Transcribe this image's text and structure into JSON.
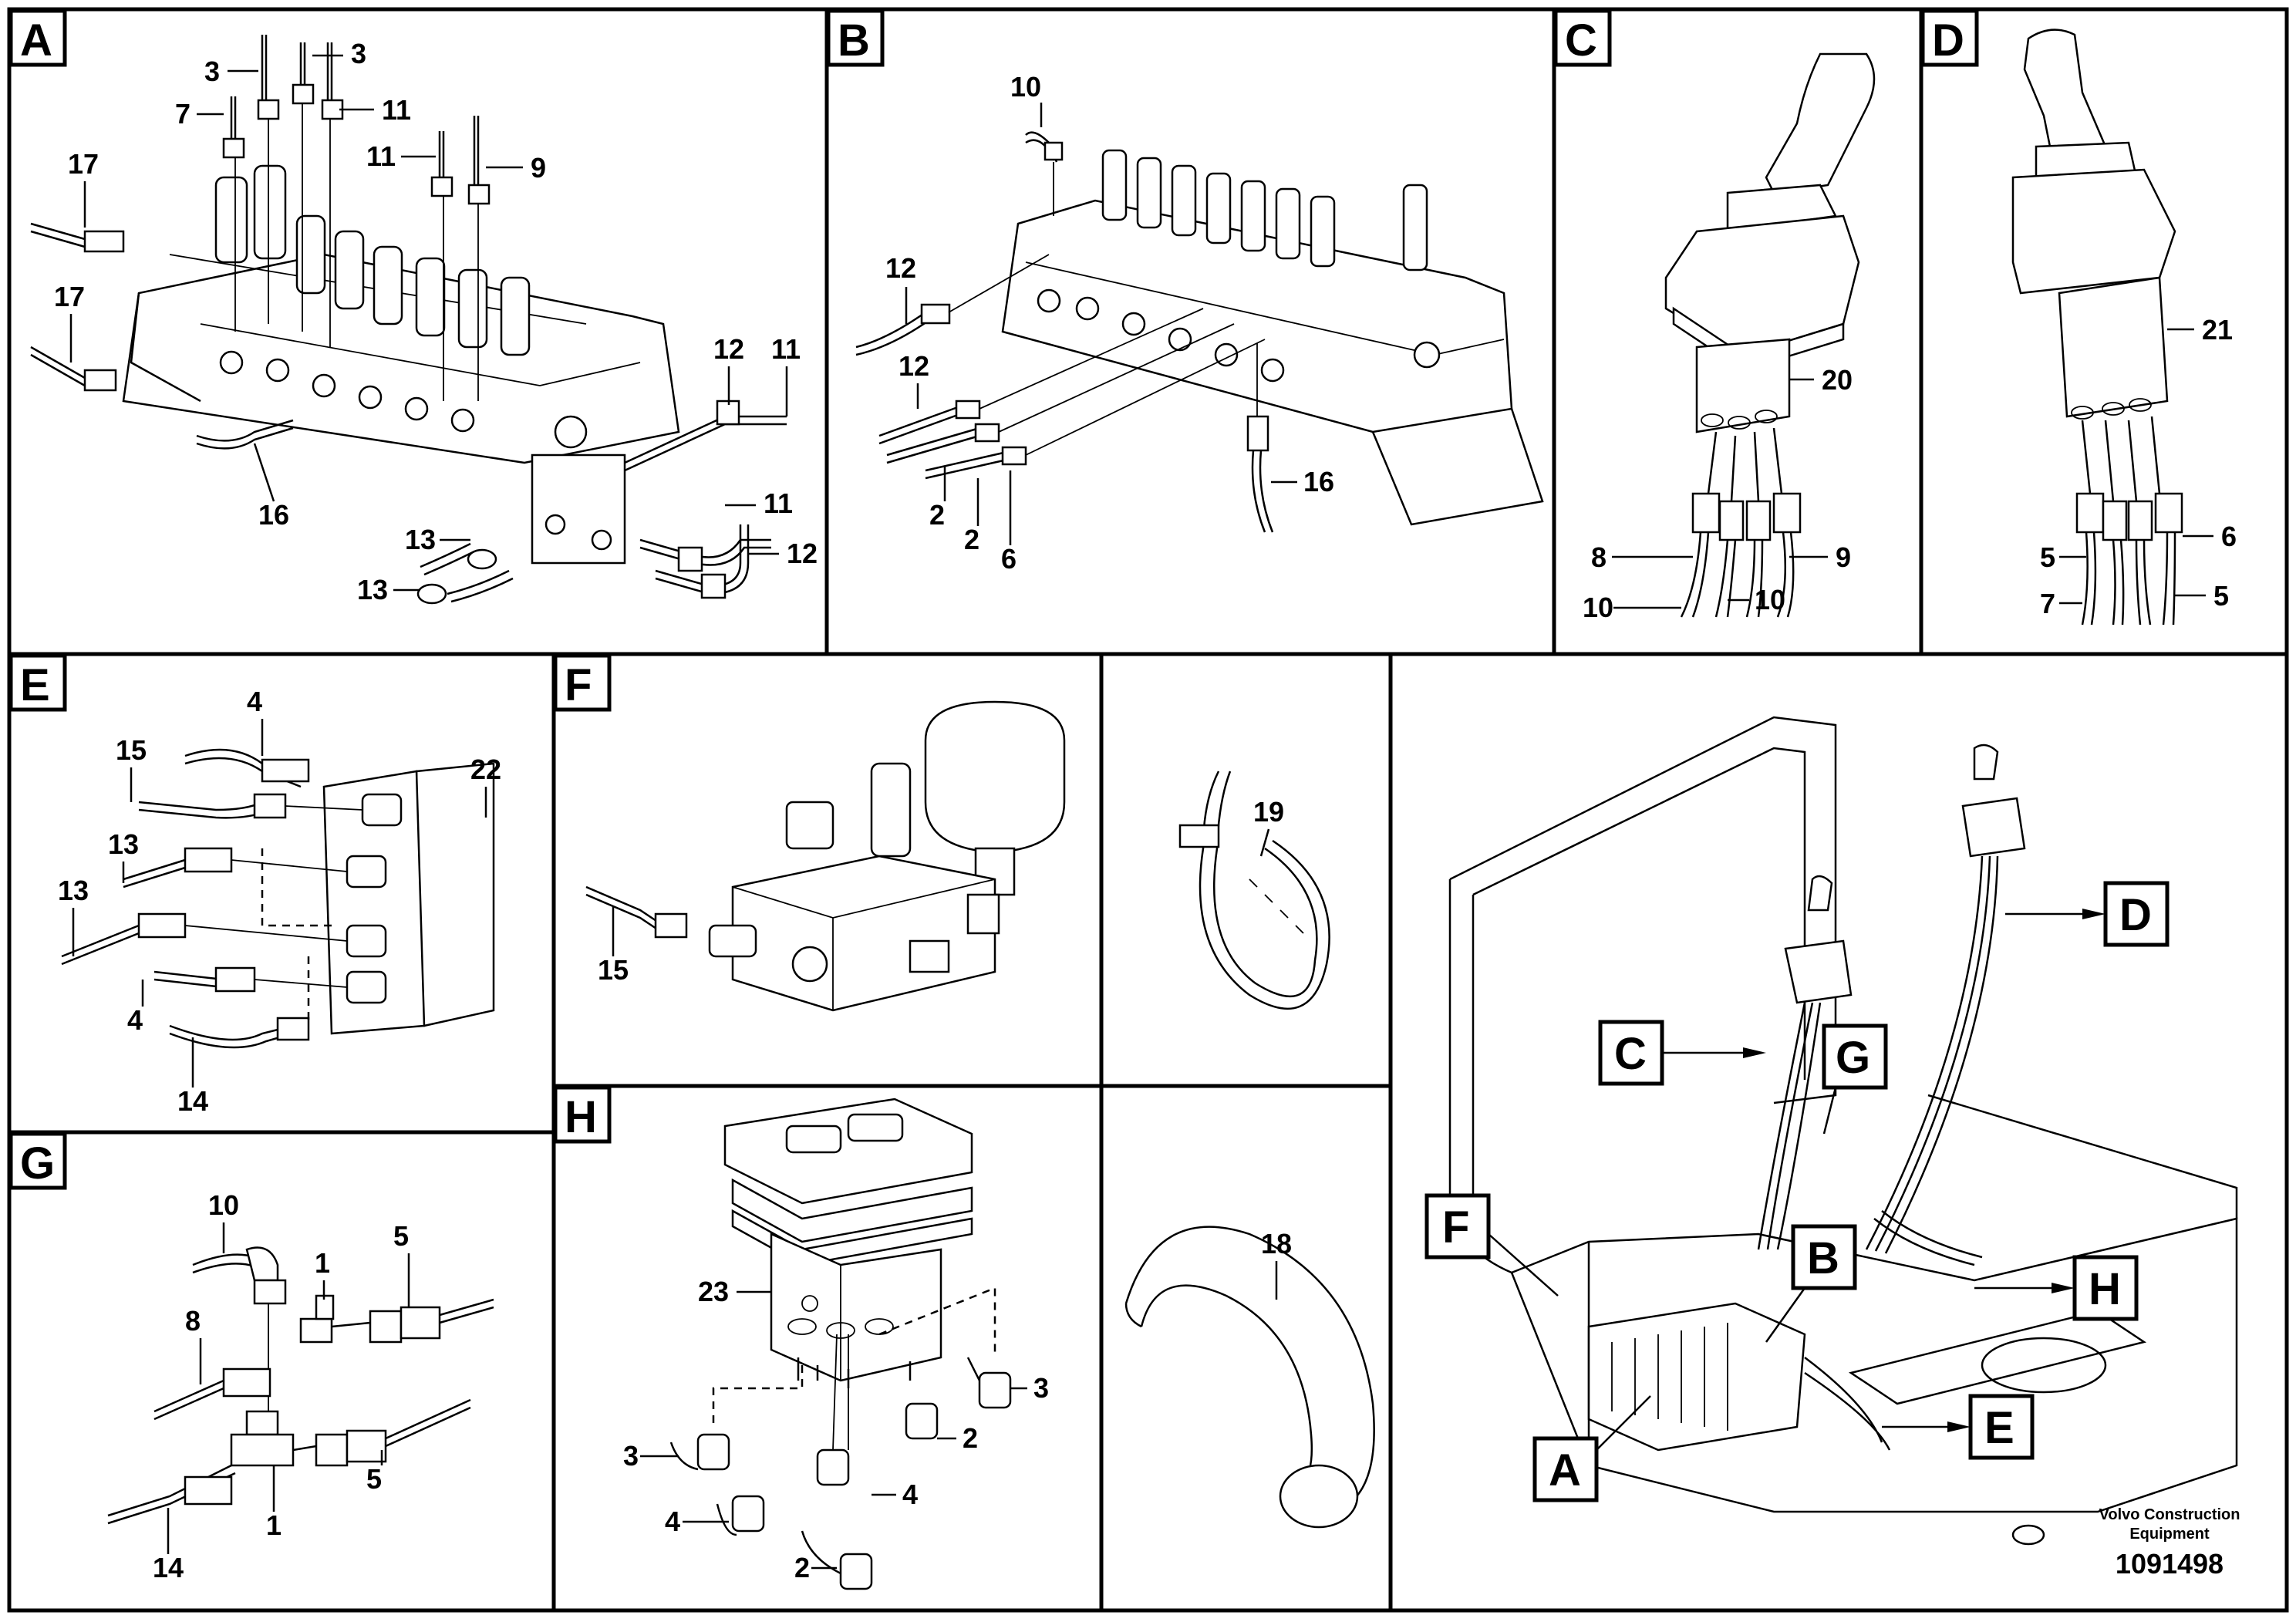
{
  "panels": {
    "A": {
      "letter": "A",
      "callouts": [
        "3",
        "3",
        "7",
        "11",
        "11",
        "9",
        "17",
        "17",
        "12",
        "11",
        "16",
        "11",
        "13",
        "12",
        "13"
      ]
    },
    "B": {
      "letter": "B",
      "callouts": [
        "10",
        "12",
        "12",
        "2",
        "2",
        "6",
        "16"
      ]
    },
    "C": {
      "letter": "C",
      "callouts": [
        "20",
        "8",
        "9",
        "10",
        "10"
      ]
    },
    "D": {
      "letter": "D",
      "callouts": [
        "21",
        "6",
        "5",
        "7",
        "5"
      ]
    },
    "E": {
      "letter": "E",
      "callouts": [
        "4",
        "15",
        "22",
        "13",
        "13",
        "4",
        "14"
      ]
    },
    "F": {
      "letter": "F",
      "callouts": [
        "15"
      ]
    },
    "P19": {
      "callouts": [
        "19"
      ]
    },
    "G": {
      "letter": "G",
      "callouts": [
        "10",
        "1",
        "5",
        "8",
        "5",
        "1",
        "14"
      ]
    },
    "H": {
      "letter": "H",
      "callouts": [
        "23",
        "3",
        "3",
        "2",
        "4",
        "4",
        "2"
      ]
    },
    "P18": {
      "callouts": [
        "18"
      ]
    },
    "overview": {
      "pointers": [
        "C",
        "D",
        "G",
        "F",
        "B",
        "H",
        "A",
        "E"
      ]
    }
  },
  "footer": {
    "company": "Volvo Construction",
    "company2": "Equipment",
    "doc_number": "1091498"
  }
}
